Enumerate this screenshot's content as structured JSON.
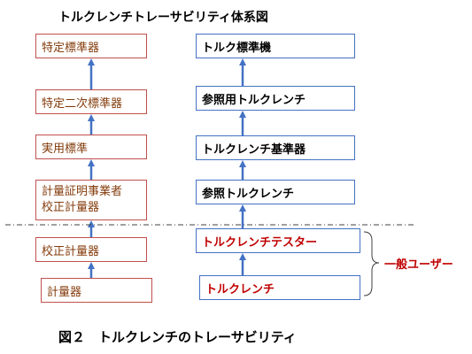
{
  "title": "トルクレンチトレーサビリティ体系図",
  "left_column": [
    {
      "lines": [
        "特定標準器"
      ]
    },
    {
      "lines": [
        "特定二次標準器"
      ]
    },
    {
      "lines": [
        "実用標準"
      ]
    },
    {
      "lines": [
        "計量証明事業者",
        "校正計量器"
      ]
    },
    {
      "lines": [
        "校正計量器"
      ]
    },
    {
      "lines": [
        "計量器"
      ]
    }
  ],
  "right_column": [
    {
      "label": "トルク標準機",
      "highlight": false
    },
    {
      "label": "参照用トルクレンチ",
      "highlight": false
    },
    {
      "label": "トルクレンチ基準器",
      "highlight": false
    },
    {
      "label": "参照トルクレンチ",
      "highlight": false
    },
    {
      "label": "トルクレンチテスター",
      "highlight": true
    },
    {
      "label": "トルクレンチ",
      "highlight": true
    }
  ],
  "bracket_label": "一般ユーザー",
  "caption": "図２　トルクレンチのトレーサビリティ",
  "colors": {
    "left_border": "#c0504d",
    "left_text": "#843c0c",
    "right_border": "#4472c4",
    "highlight_text": "#c00000",
    "arrow": "#4472c4",
    "divider": "#404040"
  }
}
